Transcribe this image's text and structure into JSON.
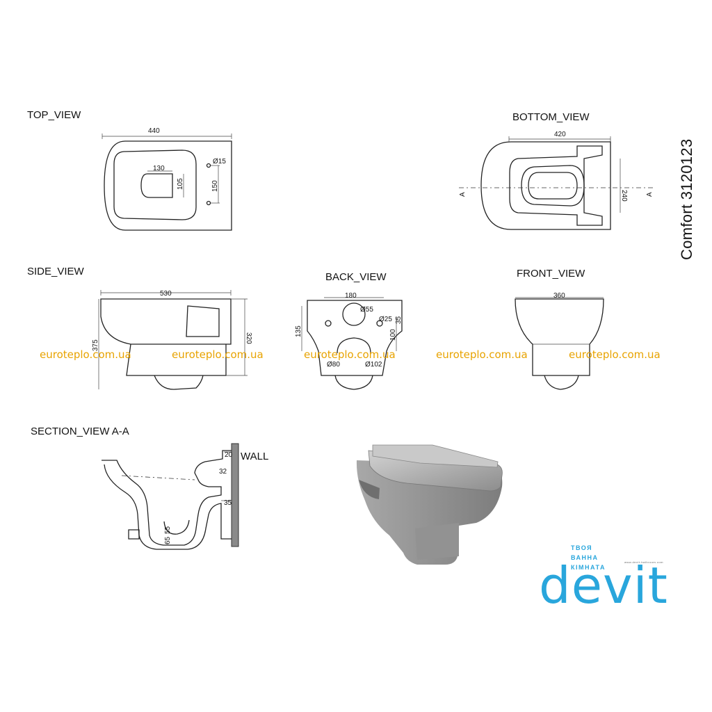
{
  "views": {
    "top": "TOP_VIEW",
    "bottom": "BOTTOM_VIEW",
    "side": "SIDE_VIEW",
    "back": "BACK_VIEW",
    "front": "FRONT_VIEW",
    "section": "SECTION_VIEW  A-A",
    "wall": "WALL"
  },
  "dimensions": {
    "top_width": "440",
    "top_outlet": "130",
    "top_outlet_h": "105",
    "top_holes": "150",
    "top_hole_dia": "Ø15",
    "bottom_width": "420",
    "bottom_height": "240",
    "section_a_left": "A",
    "section_a_right": "A",
    "side_length": "530",
    "side_total": "375",
    "side_rim": "320",
    "back_width": "180",
    "back_inlet": "Ø55",
    "back_bolt": "Ø25",
    "back_135": "135",
    "back_100": "100",
    "back_35": "35",
    "back_d80": "Ø80",
    "back_d102": "Ø102",
    "front_width": "360",
    "sec_20": "20",
    "sec_32": "32",
    "sec_35": "35",
    "sec_55": "55",
    "sec_65": "65"
  },
  "watermarks": [
    "euroteplo.com.ua",
    "euroteplo.com.ua",
    "euroteplo.com.ua",
    "euroteplo.com.ua",
    "euroteplo.com.ua"
  ],
  "model": "Comfort 3120123",
  "brand": {
    "slogan": [
      "ТВОЯ",
      "ВАННА",
      "КІМНАТА"
    ],
    "site": "www.devit-bathroom.com",
    "name": "devit",
    "color": "#29a6dc"
  },
  "watermark_color": "#e8a300"
}
